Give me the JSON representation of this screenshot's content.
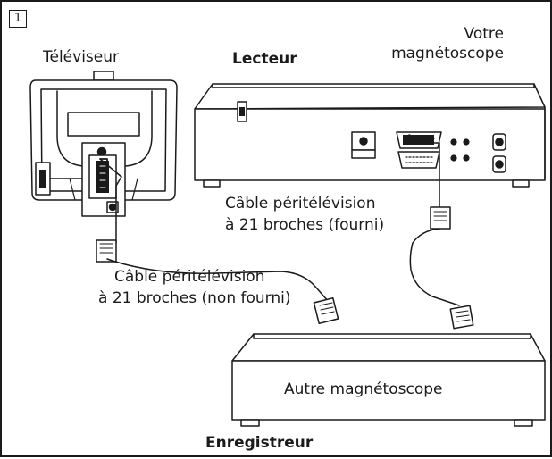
{
  "step_number": "1",
  "labels": {
    "tv": "Téléviseur",
    "player": "Lecteur",
    "your_vcr_line1": "Votre",
    "your_vcr_line2": "magnétoscope",
    "cable_supplied_line1": "Câble péritélévision",
    "cable_supplied_line2": "à 21 broches (fourni)",
    "cable_not_supplied_line1": "Câble péritélévision",
    "cable_not_supplied_line2": "à 21 broches (non fourni)",
    "other_vcr": "Autre magnétoscope",
    "recorder": "Enregistreur"
  }
}
